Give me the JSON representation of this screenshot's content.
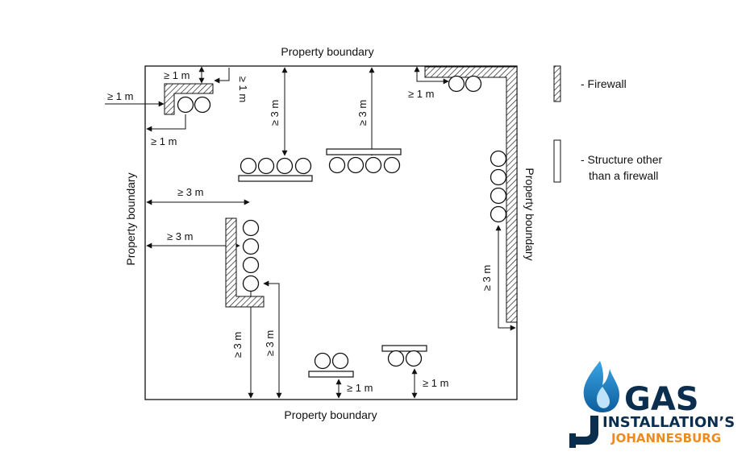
{
  "diagram": {
    "boundary_labels": {
      "top": "Property boundary",
      "bottom": "Property boundary",
      "left": "Property boundary",
      "right": "Property boundary"
    },
    "dimensions": {
      "ge1m": "≥ 1 m",
      "ge3m": "≥ 3 m"
    },
    "legend": {
      "firewall": "- Firewall",
      "structure_line1": "- Structure other",
      "structure_line2": "than a firewall"
    }
  },
  "logo": {
    "title": "GAS",
    "subtitle": "INSTALLATION’S",
    "city": "JOHANNESBURG",
    "colors": {
      "navy": "#0b2e4f",
      "blue": "#1f7fc4",
      "orange": "#f08a1c"
    }
  }
}
